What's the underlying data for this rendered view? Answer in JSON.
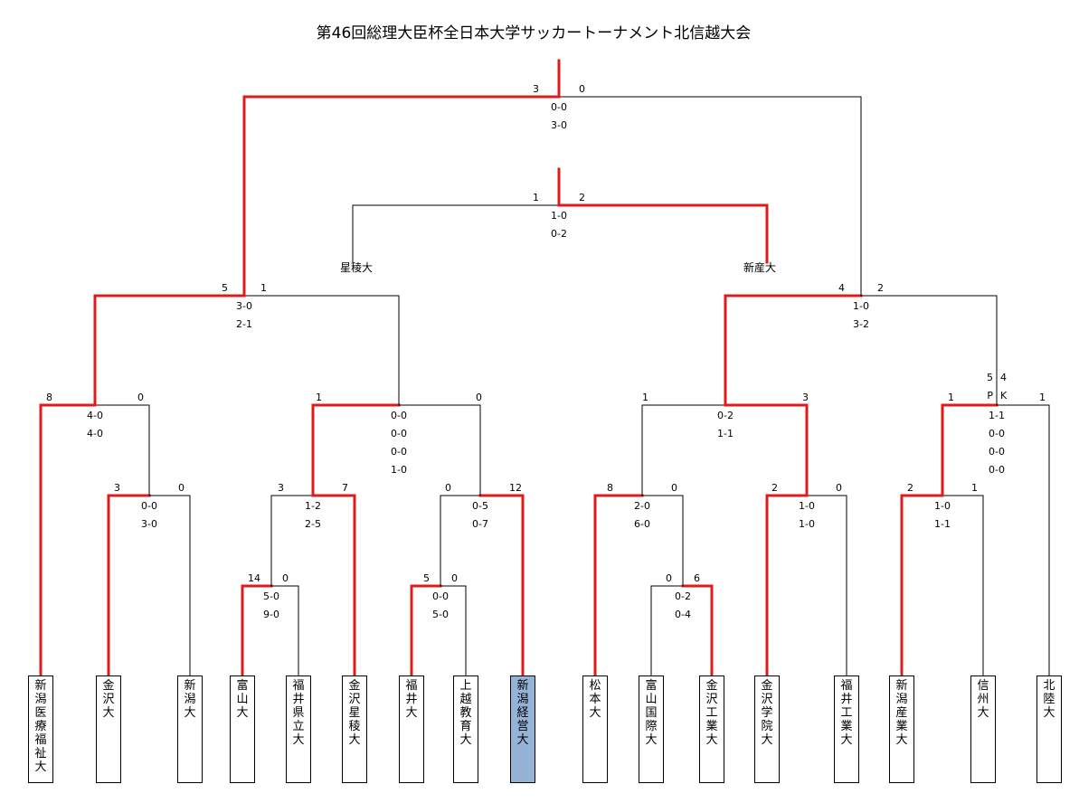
{
  "title": "第46回総理大臣杯全日本大学サッカートーナメント北信越大会",
  "colors": {
    "winner_line": "#e01b1b",
    "line": "#000000",
    "highlight_box": "#95b3d7"
  },
  "teams": [
    {
      "name": "新\n潟\n医\n療\n福\n祉\n大",
      "highlight": false
    },
    {
      "name": "金\n沢\n大",
      "highlight": false
    },
    {
      "name": "新\n潟\n大",
      "highlight": false
    },
    {
      "name": "富\n山\n大",
      "highlight": false
    },
    {
      "name": "福\n井\n県\n立\n大",
      "highlight": false
    },
    {
      "name": "金\n沢\n星\n稜\n大",
      "highlight": false
    },
    {
      "name": "福\n井\n大",
      "highlight": false
    },
    {
      "name": "上\n越\n教\n育\n大",
      "highlight": false
    },
    {
      "name": "新\n潟\n経\n営\n大",
      "highlight": true
    },
    {
      "name": "松\n本\n大",
      "highlight": false
    },
    {
      "name": "富\n山\n国\n際\n大",
      "highlight": false
    },
    {
      "name": "金\n沢\n工\n業\n大",
      "highlight": false
    },
    {
      "name": "金\n沢\n学\n院\n大",
      "highlight": false
    },
    {
      "name": "福\n井\n工\n業\n大",
      "highlight": false
    },
    {
      "name": "新\n潟\n産\n業\n大",
      "highlight": false
    },
    {
      "name": "信\n州\n大",
      "highlight": false
    },
    {
      "name": "北\n陸\n大",
      "highlight": false
    }
  ],
  "third_place": {
    "left_team": "星稜大",
    "right_team": "新産大"
  },
  "matches": {
    "m1": {
      "left": "14",
      "right": "0",
      "halves": [
        "5-0",
        "9-0"
      ]
    },
    "m2": {
      "left": "5",
      "right": "0",
      "halves": [
        "0-0",
        "5-0"
      ]
    },
    "m3": {
      "left": "0",
      "right": "6",
      "halves": [
        "0-2",
        "0-4"
      ]
    },
    "r2a": {
      "left": "3",
      "right": "0",
      "halves": [
        "0-0",
        "3-0"
      ]
    },
    "r2b": {
      "left": "3",
      "right": "7",
      "halves": [
        "1-2",
        "2-5"
      ]
    },
    "r2c": {
      "left": "0",
      "right": "12",
      "halves": [
        "0-5",
        "0-7"
      ]
    },
    "r2d": {
      "left": "8",
      "right": "0",
      "halves": [
        "2-0",
        "6-0"
      ]
    },
    "r2e": {
      "left": "2",
      "right": "0",
      "halves": [
        "1-0",
        "1-0"
      ]
    },
    "r2f": {
      "left": "2",
      "right": "1",
      "halves": [
        "1-0",
        "1-1"
      ]
    },
    "qf1": {
      "left": "8",
      "right": "0",
      "halves": [
        "4-0",
        "4-0"
      ]
    },
    "qf2": {
      "left": "1",
      "right": "0",
      "halves": [
        "0-0",
        "0-0",
        "0-0",
        "1-0"
      ]
    },
    "qf3": {
      "left": "1",
      "right": "3",
      "halves": [
        "0-2",
        "1-1"
      ]
    },
    "qf4": {
      "left": "1",
      "right": "1",
      "halves": [
        "1-1",
        "0-0",
        "0-0",
        "0-0"
      ],
      "pk_left": "5",
      "pk_right": "4",
      "pk_label_p": "P",
      "pk_label_k": "K"
    },
    "sf1": {
      "left": "5",
      "right": "1",
      "halves": [
        "3-0",
        "2-1"
      ]
    },
    "sf2": {
      "left": "4",
      "right": "2",
      "halves": [
        "1-0",
        "3-2"
      ]
    },
    "third": {
      "left": "1",
      "right": "2",
      "halves": [
        "1-0",
        "0-2"
      ]
    },
    "final": {
      "left": "3",
      "right": "0",
      "halves": [
        "0-0",
        "3-0"
      ]
    }
  }
}
